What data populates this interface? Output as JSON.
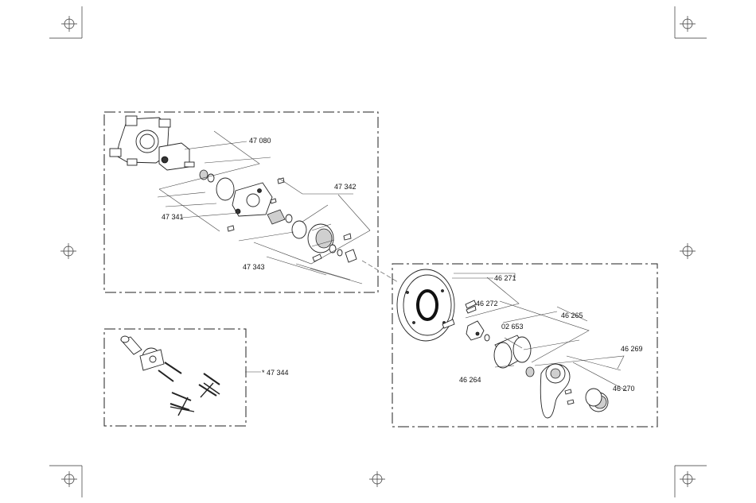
{
  "labels": {
    "p47080": "47 080",
    "p47342": "47 342",
    "p47341": "47 341",
    "p47343": "47 343",
    "p47344": "* 47 344",
    "p46271": "46 271",
    "p46272": "46 272",
    "p02653": "02 653",
    "p46265": "46 265",
    "p46264": "46 264",
    "p46269": "46 269",
    "p46270": "46 270"
  }
}
